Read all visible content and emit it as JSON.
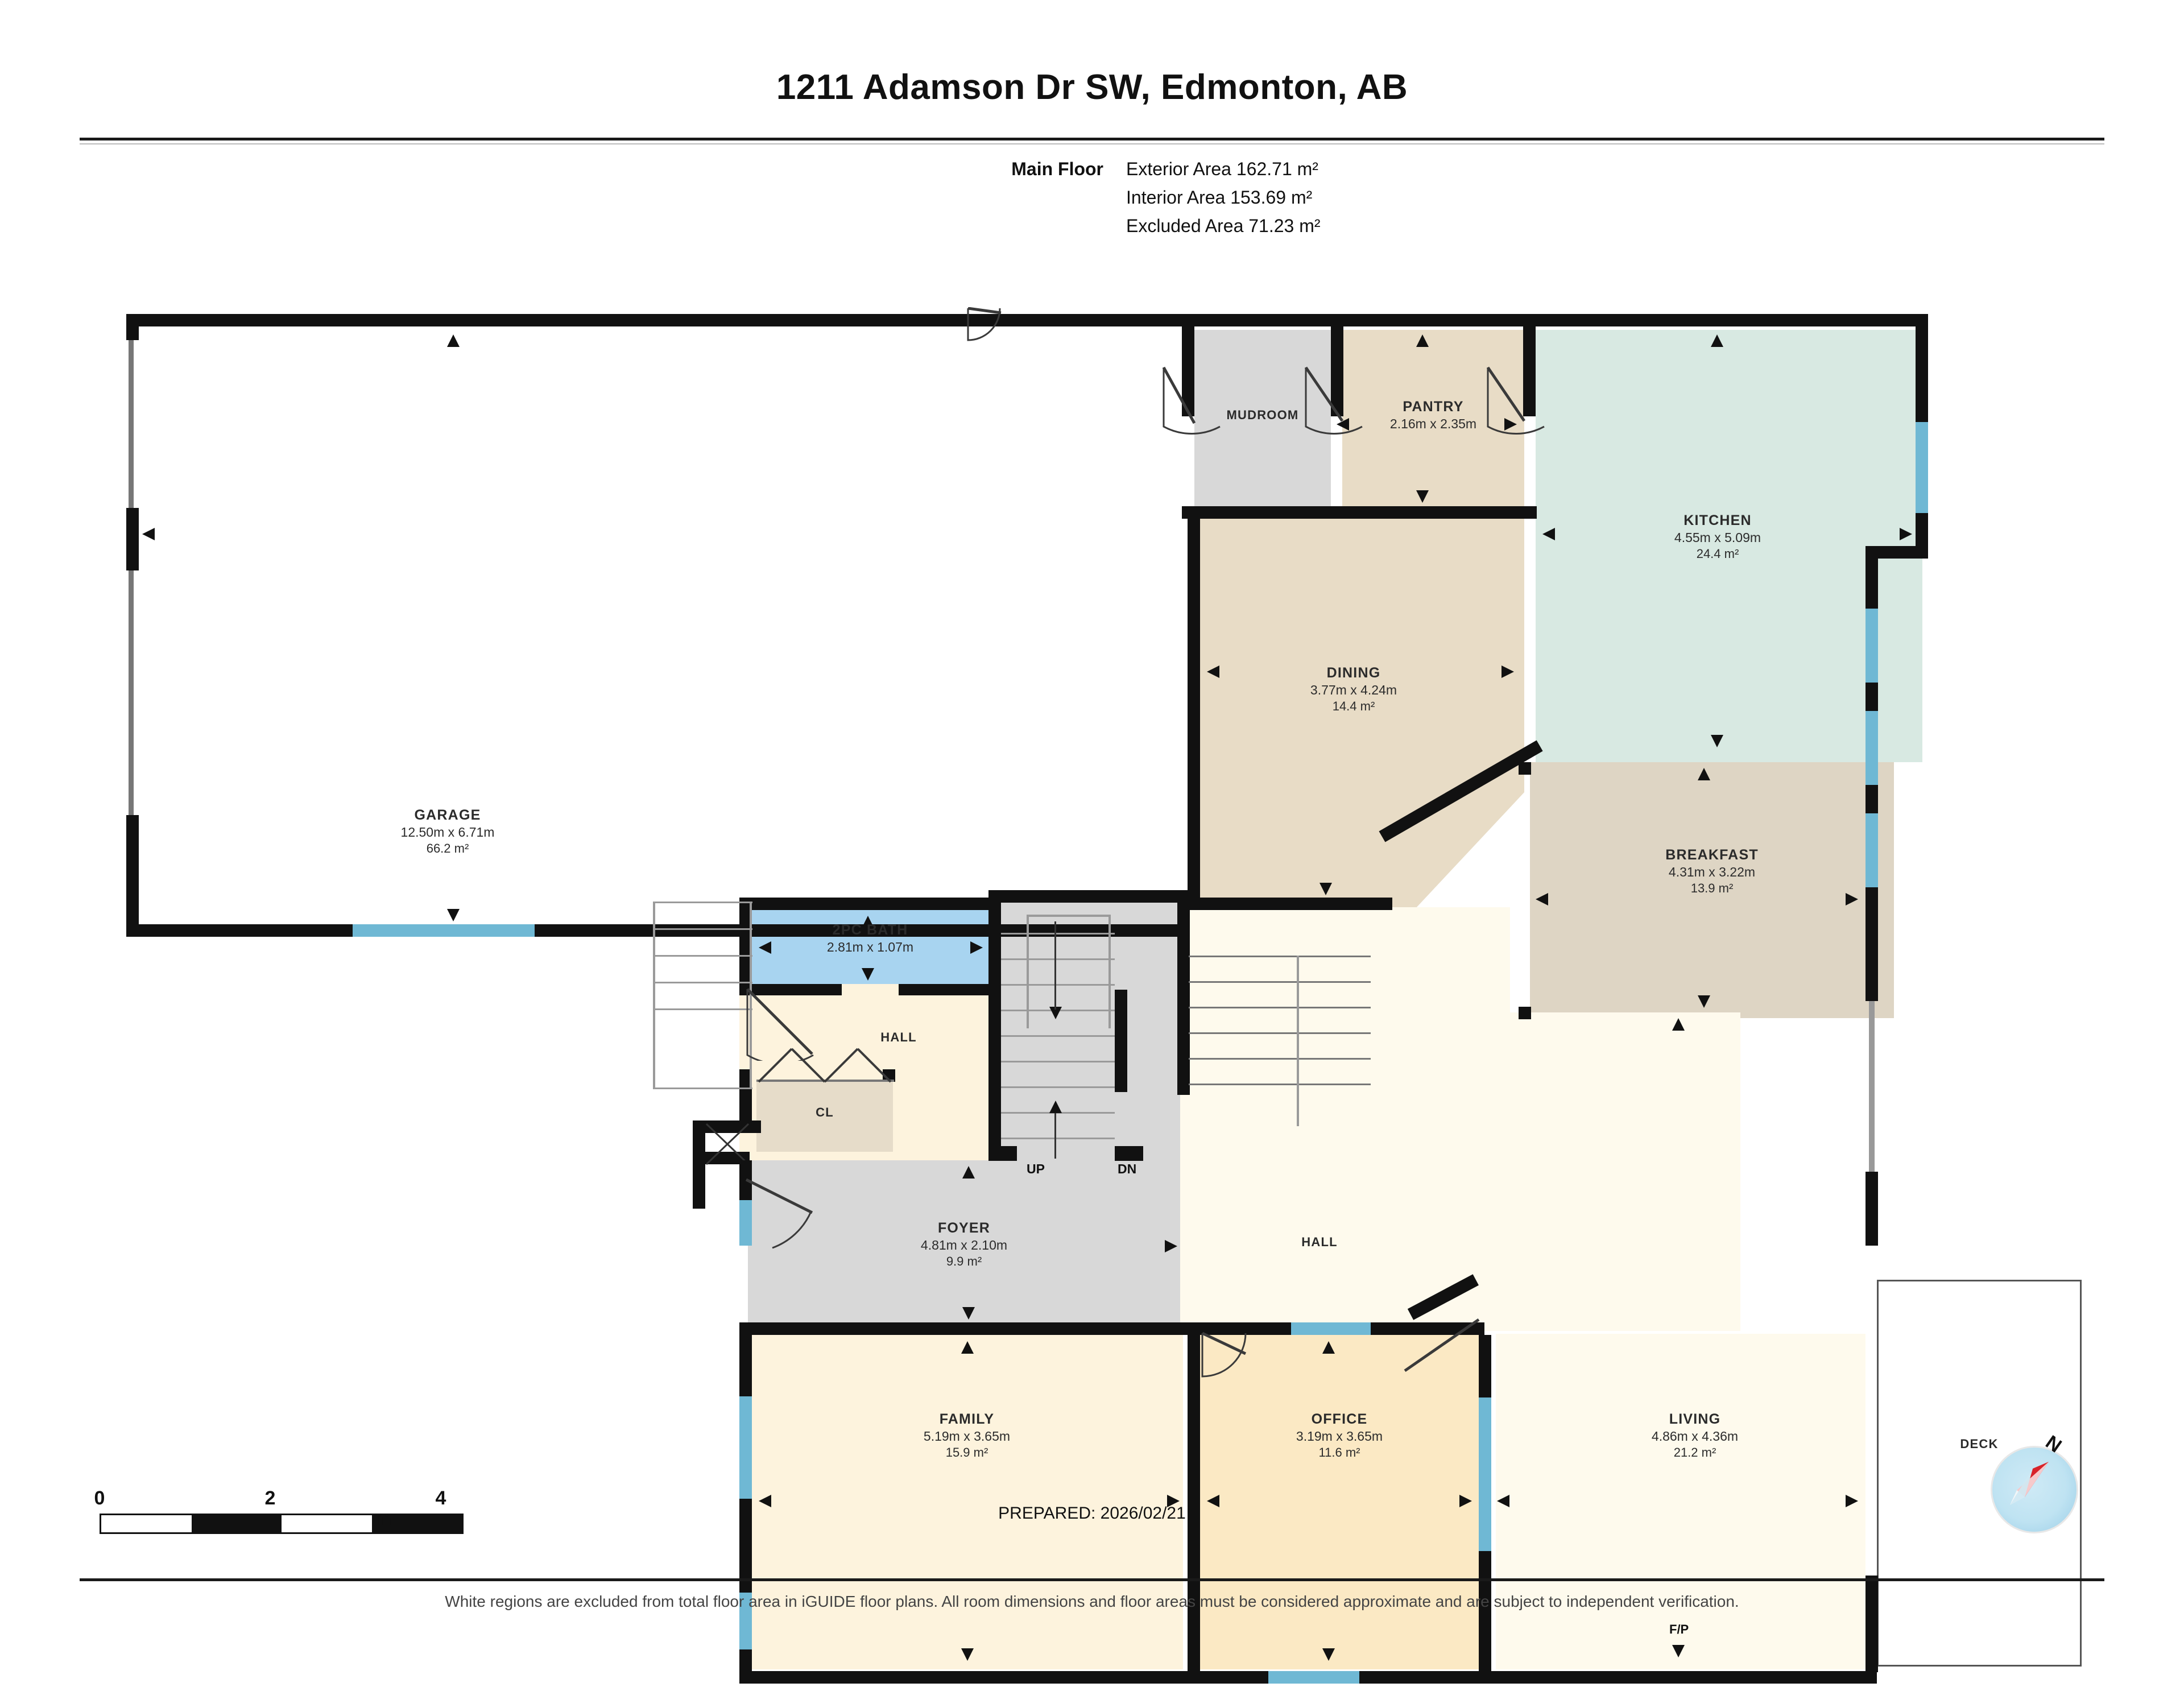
{
  "header": {
    "title": "1211 Adamson Dr SW, Edmonton, AB",
    "floor_label": "Main Floor",
    "areas": [
      {
        "label": "Main Floor",
        "value": "Exterior Area 162.71 m²"
      },
      {
        "label": "",
        "value": "Interior Area 153.69 m²"
      },
      {
        "label": "",
        "value": "Excluded Area 71.23 m²"
      }
    ]
  },
  "rooms": {
    "garage": {
      "name": "GARAGE",
      "dims": "12.50m x 6.71m",
      "area": "66.2 m²"
    },
    "mudroom": {
      "name": "MUDROOM",
      "dims": "",
      "area": ""
    },
    "pantry": {
      "name": "PANTRY",
      "dims": "2.16m x 2.35m",
      "area": ""
    },
    "kitchen": {
      "name": "KITCHEN",
      "dims": "4.55m x 5.09m",
      "area": "24.4 m²"
    },
    "dining": {
      "name": "DINING",
      "dims": "3.77m x 4.24m",
      "area": "14.4 m²"
    },
    "bath2pc": {
      "name": "2PC BATH",
      "dims": "2.81m x 1.07m",
      "area": ""
    },
    "hall_top": {
      "name": "HALL",
      "dims": "",
      "area": ""
    },
    "closet": {
      "name": "CL",
      "dims": "",
      "area": ""
    },
    "foyer": {
      "name": "FOYER",
      "dims": "4.81m x 2.10m",
      "area": "9.9 m²"
    },
    "hall_mid": {
      "name": "HALL",
      "dims": "",
      "area": ""
    },
    "breakfast": {
      "name": "BREAKFAST",
      "dims": "4.31m x 3.22m",
      "area": "13.9 m²"
    },
    "living": {
      "name": "LIVING",
      "dims": "4.86m x 4.36m",
      "area": "21.2 m²"
    },
    "family": {
      "name": "FAMILY",
      "dims": "5.19m x 3.65m",
      "area": "15.9 m²"
    },
    "office": {
      "name": "OFFICE",
      "dims": "3.19m x 3.65m",
      "area": "11.6 m²"
    },
    "deck": {
      "name": "DECK",
      "dims": "",
      "area": ""
    }
  },
  "annotations": {
    "up": "UP",
    "dn": "DN",
    "fireplace": "F/P"
  },
  "scale": {
    "ticks": [
      "0",
      "2",
      "4"
    ],
    "unit": "m"
  },
  "footer": {
    "prepared": "PREPARED: 2026/02/21",
    "disclaimer": "White regions are excluded from total floor area in iGUIDE floor plans. All room dimensions and floor areas must be considered approximate and are subject to independent verification.",
    "north": "N"
  },
  "colors": {
    "wall": "#111111",
    "window": "#6fb8d4",
    "kitchen_fill": "#d8e9e2",
    "pantry_fill": "#e8dcc6",
    "bath_fill": "#a8d4f0",
    "cream_fill": "#fdf3dd",
    "grey_fill": "#d8d8d8",
    "compass_needle": "#d8232a"
  }
}
